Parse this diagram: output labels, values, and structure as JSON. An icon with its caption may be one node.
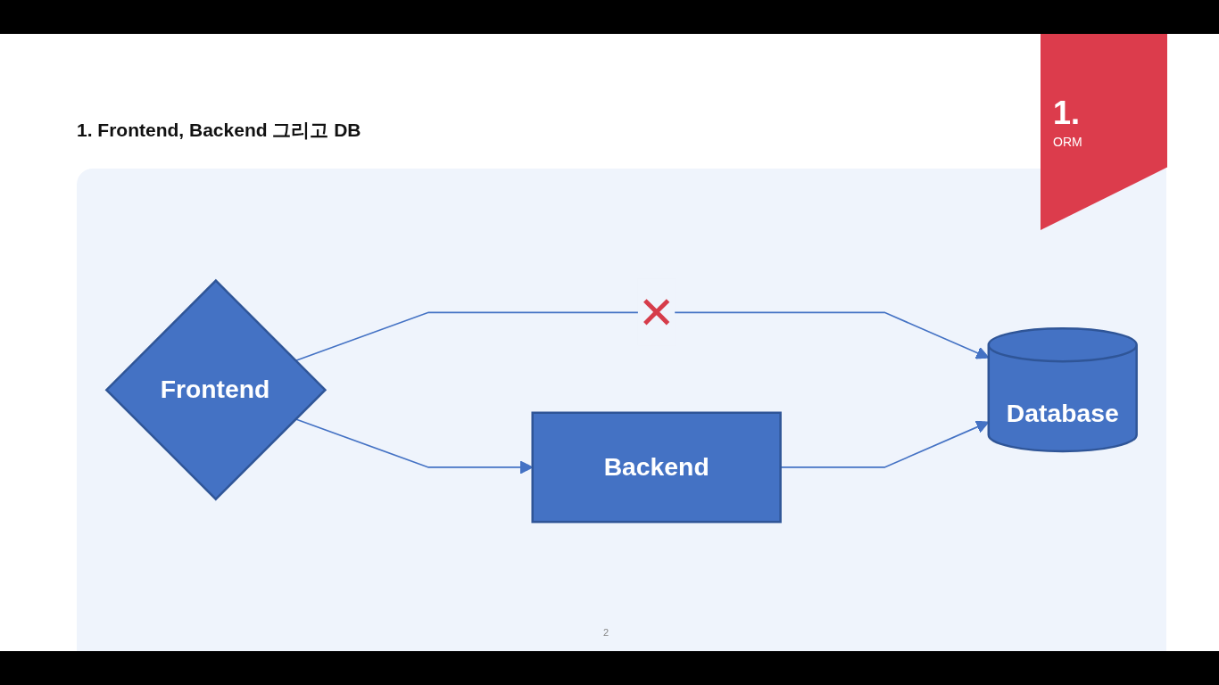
{
  "diagram": {
    "title": "1. Frontend, Backend 그리고 DB",
    "nodes": [
      {
        "text": [
          "Frontend"
        ]
      },
      {
        "text": [
          "Backend"
        ]
      },
      {
        "text": [
          "Database"
        ]
      }
    ],
    "edges": [
      {
        "from": 0,
        "to": 2,
        "arrow": "to",
        "label": "✕"
      },
      {
        "from": 0,
        "to": 1,
        "arrow": "to"
      },
      {
        "from": 1,
        "to": 2,
        "arrow": "to"
      }
    ],
    "labels": [
      "1.",
      "ORM",
      "2"
    ]
  }
}
